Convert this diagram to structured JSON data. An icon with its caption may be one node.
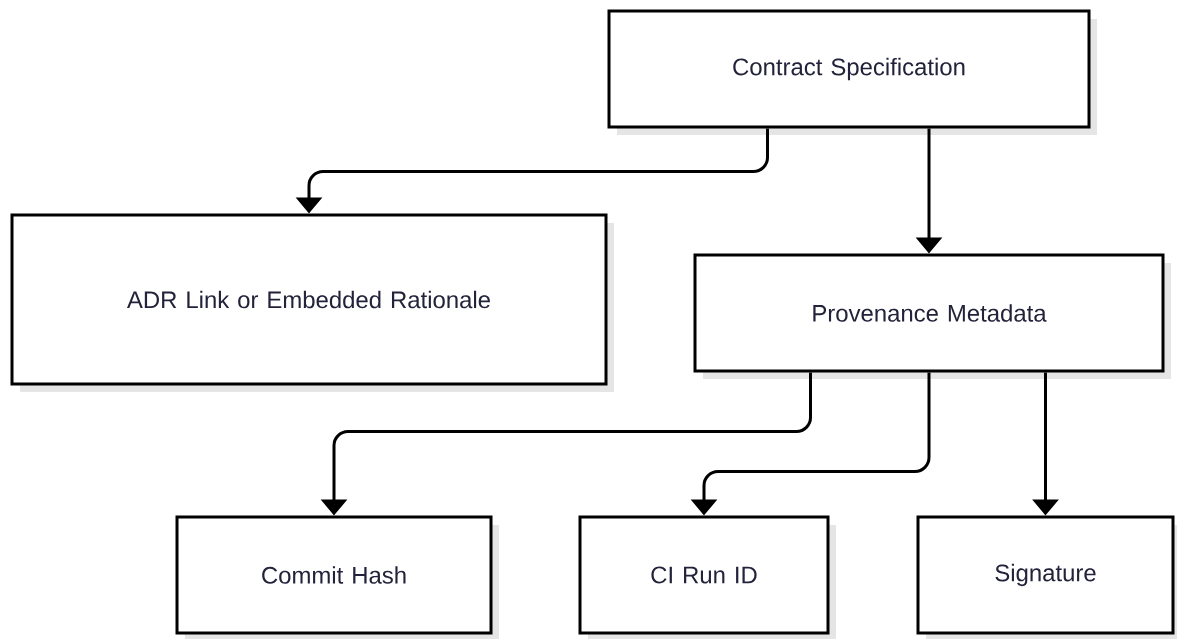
{
  "diagram": {
    "nodes": [
      {
        "text": [
          "Contract Specification"
        ]
      },
      {
        "text": [
          "ADR Link or Embedded Rationale"
        ]
      },
      {
        "text": [
          "Provenance Metadata"
        ]
      },
      {
        "text": [
          "Commit Hash"
        ]
      },
      {
        "text": [
          "CI Run ID"
        ]
      },
      {
        "text": [
          "Signature"
        ]
      }
    ],
    "edges": [
      {
        "from": 0,
        "to": 1,
        "arrow": "to"
      },
      {
        "from": 0,
        "to": 2,
        "arrow": "to"
      },
      {
        "from": 2,
        "to": 3,
        "arrow": "to"
      },
      {
        "from": 2,
        "to": 4,
        "arrow": "to"
      },
      {
        "from": 2,
        "to": 5,
        "arrow": "to"
      }
    ]
  }
}
